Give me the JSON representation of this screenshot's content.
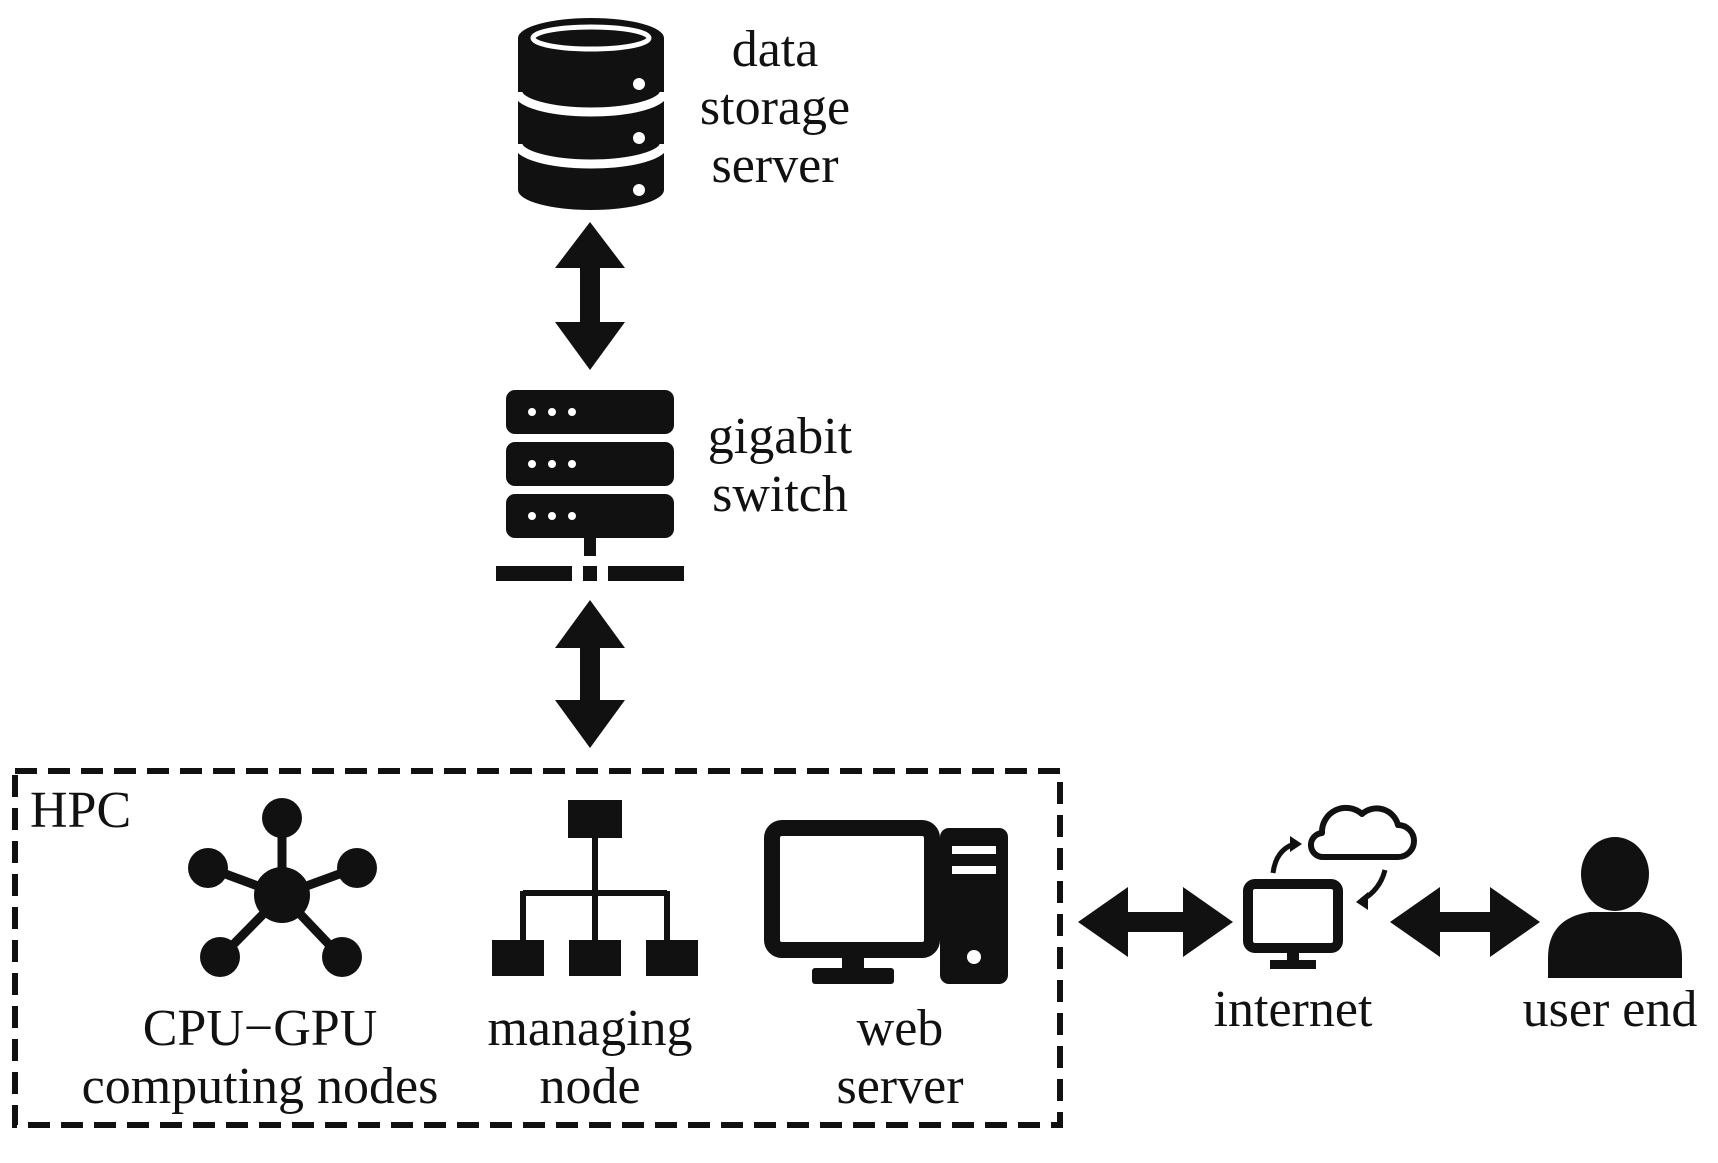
{
  "nodes": {
    "data_storage_server": {
      "label_lines": [
        "data",
        "storage",
        "server"
      ],
      "icon": "database-icon"
    },
    "gigabit_switch": {
      "label_lines": [
        "gigabit",
        "switch"
      ],
      "icon": "network-switch-icon"
    },
    "hpc": {
      "label": "HPC"
    },
    "computing_nodes": {
      "label_lines": [
        "CPU−GPU",
        "computing nodes"
      ],
      "icon": "network-hub-icon"
    },
    "managing_node": {
      "label_lines": [
        "managing",
        "node"
      ],
      "icon": "hierarchy-icon"
    },
    "web_server": {
      "label_lines": [
        "web",
        "server"
      ],
      "icon": "desktop-computer-icon"
    },
    "internet": {
      "label": "internet",
      "icon": "cloud-computer-icon"
    },
    "user_end": {
      "label": "user end",
      "icon": "user-icon"
    }
  },
  "connections": [
    {
      "from": "data_storage_server",
      "to": "gigabit_switch",
      "direction": "bidirectional"
    },
    {
      "from": "gigabit_switch",
      "to": "hpc",
      "direction": "bidirectional"
    },
    {
      "from": "hpc",
      "to": "internet",
      "direction": "bidirectional"
    },
    {
      "from": "internet",
      "to": "user_end",
      "direction": "bidirectional"
    }
  ],
  "colors": {
    "ink": "#111111",
    "background": "#ffffff"
  }
}
